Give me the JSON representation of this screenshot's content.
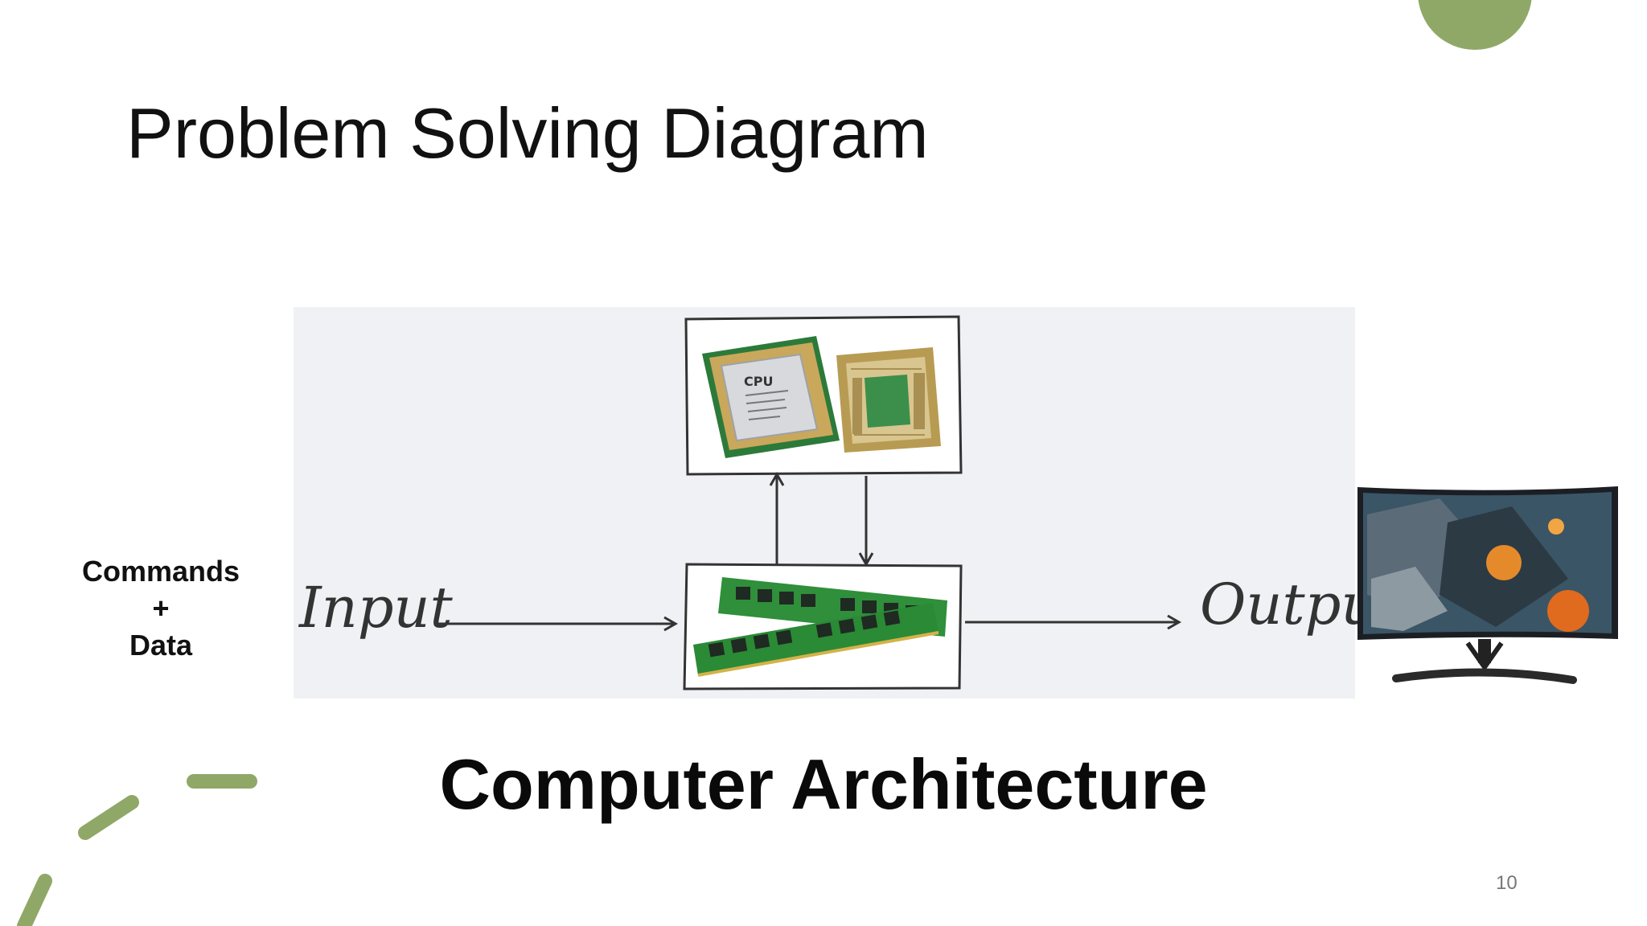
{
  "slide": {
    "title": "Problem Solving Diagram",
    "subtitle": "Computer Architecture",
    "page_number": "10"
  },
  "side_label": {
    "line1": "Commands",
    "line2": "+",
    "line3": "Data"
  },
  "diagram": {
    "input_label": "Input",
    "output_label": "Output",
    "cpu_chip_text": "CPU",
    "processor_image": "cpu-chips-image",
    "memory_image": "ram-modules-image",
    "output_device_image": "monitor-image"
  },
  "colors": {
    "accent": "#8fa867",
    "panel_background": "#f0f1f4",
    "pcb_green": "#2f8f3a"
  }
}
